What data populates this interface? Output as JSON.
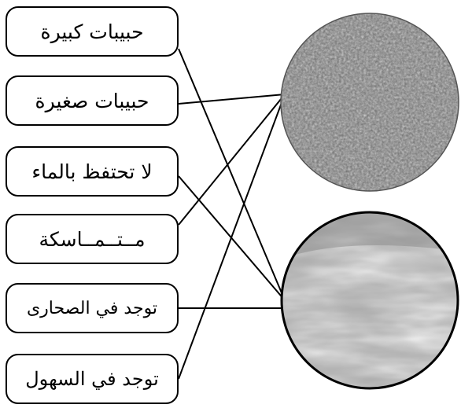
{
  "labels": [
    "حبيبات كبيرة",
    "حبيبات صغيرة",
    "لا تحتفظ بالماء",
    "مــتــمــاسكة",
    "توجد في الصحارى",
    "توجد في السهول"
  ],
  "images": [
    {
      "name": "clay-soil-image",
      "texture": "porous-dark-granular",
      "color": "#6e6e6e"
    },
    {
      "name": "sand-soil-image",
      "texture": "smooth-fine-grained",
      "color": "#a8a8a8"
    }
  ],
  "connections": [
    {
      "from": 0,
      "to": 1
    },
    {
      "from": 1,
      "to": 0
    },
    {
      "from": 2,
      "to": 1
    },
    {
      "from": 3,
      "to": 0
    },
    {
      "from": 4,
      "to": 1
    },
    {
      "from": 5,
      "to": 0
    }
  ]
}
